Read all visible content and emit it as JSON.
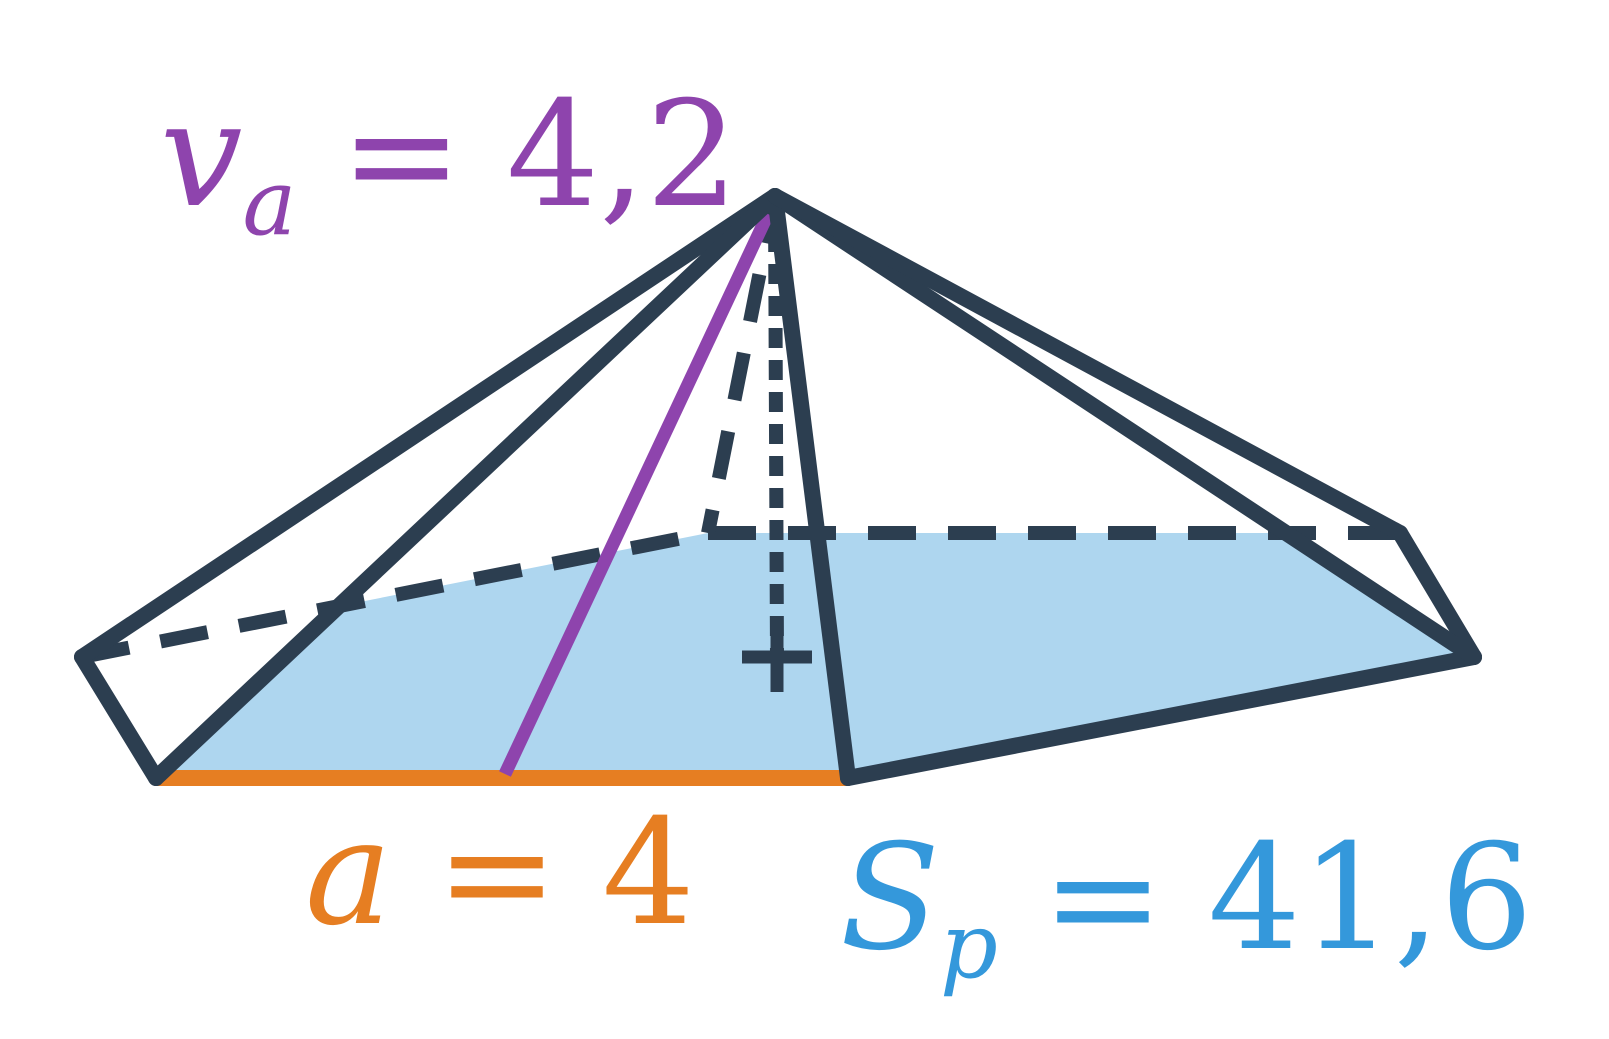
{
  "colors": {
    "edge": "#2c3e50",
    "base_fill": "#aed6ef",
    "apothem": "#8e44ad",
    "base_edge_highlight": "#e67e22",
    "surface_label": "#3498db",
    "background": "#ffffff"
  },
  "labels": {
    "apothem": {
      "symbol": "v",
      "subscript": "a",
      "equals": "=",
      "value": "4,2",
      "color": "#8e44ad"
    },
    "base_edge": {
      "symbol": "a",
      "equals": "=",
      "value": "4",
      "color": "#e67e22"
    },
    "surface_area": {
      "symbol": "S",
      "subscript": "p",
      "equals": "=",
      "value": "41,6",
      "color": "#3498db"
    }
  }
}
